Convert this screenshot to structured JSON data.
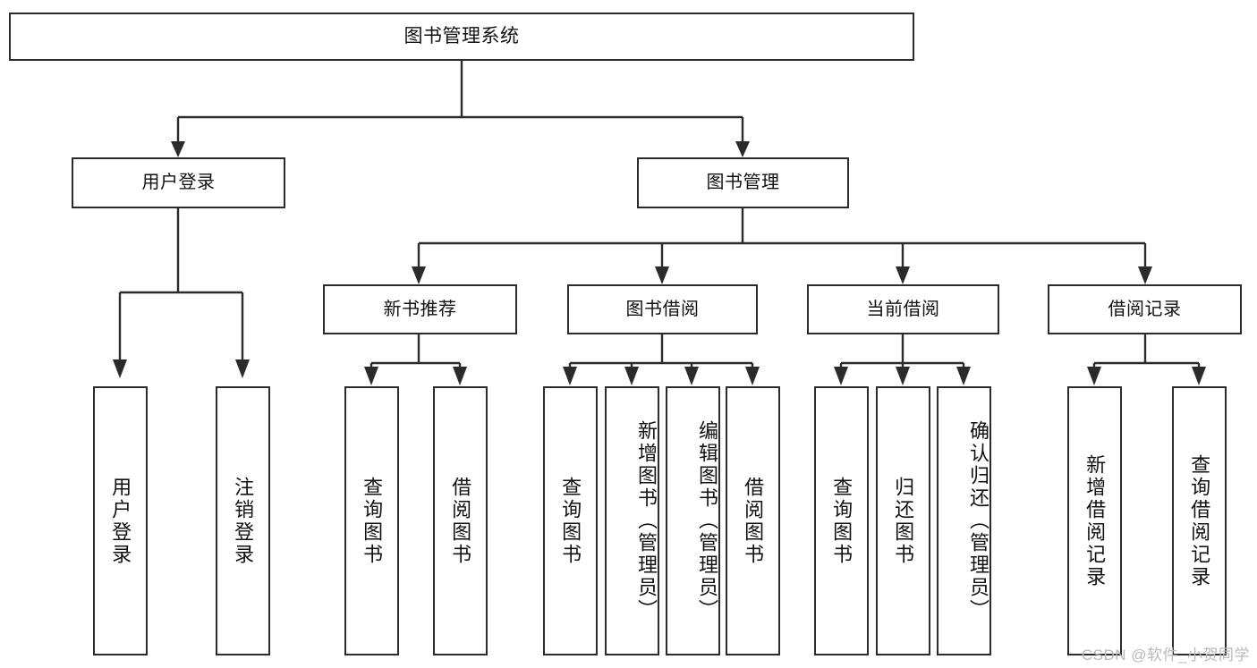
{
  "diagram": {
    "type": "tree-hierarchy",
    "title": "图书管理系统",
    "root": {
      "label": "图书管理系统"
    },
    "level1": [
      {
        "label": "用户登录"
      },
      {
        "label": "图书管理"
      }
    ],
    "level2": [
      {
        "label": "新书推荐"
      },
      {
        "label": "图书借阅"
      },
      {
        "label": "当前借阅"
      },
      {
        "label": "借阅记录"
      }
    ],
    "leaves": {
      "user_login": [
        {
          "label": "用户登录"
        },
        {
          "label": "注销登录"
        }
      ],
      "new_book_recommend": [
        {
          "label": "查询图书"
        },
        {
          "label": "借阅图书"
        }
      ],
      "book_borrow": [
        {
          "label": "查询图书"
        },
        {
          "label": "新增图书（管理员）"
        },
        {
          "label": "编辑图书（管理员）"
        },
        {
          "label": "借阅图书"
        }
      ],
      "current_borrow": [
        {
          "label": "查询图书"
        },
        {
          "label": "归还图书"
        },
        {
          "label": "确认归还（管理员）"
        }
      ],
      "borrow_records": [
        {
          "label": "新增借阅记录"
        },
        {
          "label": "查询借阅记录"
        }
      ]
    }
  },
  "watermark": {
    "text": "CSDN @软件_小贺同学"
  },
  "colors": {
    "stroke": "#2b2b2b",
    "background": "#ffffff",
    "text": "#111111",
    "watermark": "#b9b9b9"
  }
}
